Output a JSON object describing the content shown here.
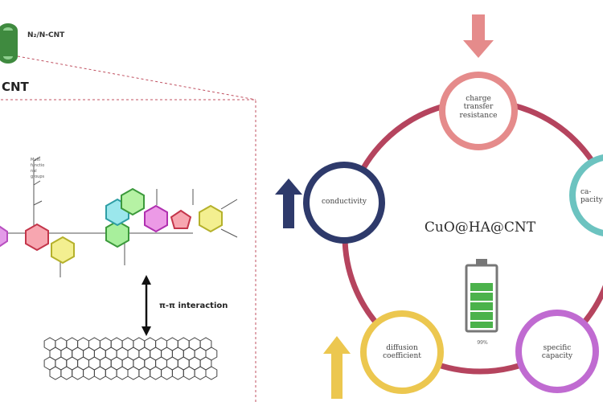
{
  "left_panel": {
    "legend_label": "N₂/N-CNT",
    "cnt_label": "CNT",
    "interaction_label": "π-π interaction",
    "molecule_top_text": "Multi\nfunctio\nnal\ngroups"
  },
  "cycle": {
    "center_label": "CuO@HA@CNT",
    "nodes": {
      "charge": "charge\ntransfer\nresistance",
      "conductivity": "conductivity",
      "right": "ca-\npacity",
      "diffusion": "diffusion\ncoefficient",
      "specific": "specific\ncapacity"
    },
    "battery_label": "99%",
    "colors": {
      "ring": "#b5445e",
      "charge": "#e58b8b",
      "conductivity": "#2e3a6b",
      "right": "#6cc3c0",
      "diffusion": "#ecc74f",
      "specific": "#c06bd1",
      "battery": "#4bb24b",
      "arrow_down": "#e58b8b",
      "arrow_up_blue": "#2e3a6b",
      "arrow_up_yellow": "#ecc74f"
    }
  }
}
